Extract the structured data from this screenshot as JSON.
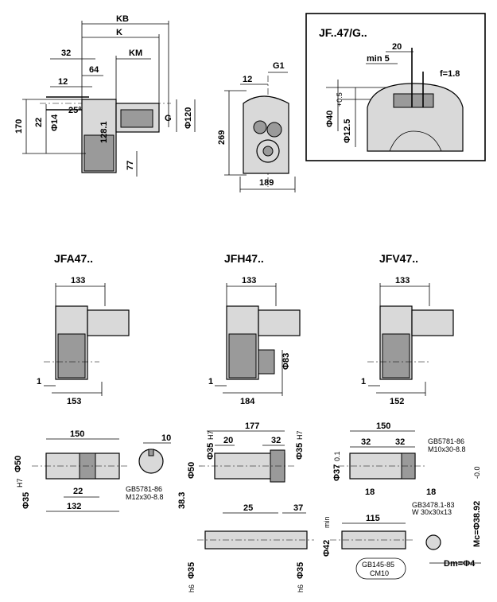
{
  "views": {
    "top_left": {
      "kb": "KB",
      "k": "K",
      "km": "KM",
      "d32": "32",
      "d64": "64",
      "d12": "12",
      "d170": "170",
      "d22": "22",
      "d14": "Φ14",
      "d25": "25°",
      "d128": "128.1",
      "d77": "77",
      "dg": "G",
      "d120": "Φ120"
    },
    "top_middle": {
      "g1": "G1",
      "d12": "12",
      "d269": "269",
      "d189": "189"
    },
    "inset": {
      "title": "JF..47/G..",
      "d20": "20",
      "min5": "min 5",
      "f18": "f=1.8",
      "d40": "Φ40",
      "d125": "Φ12.5",
      "d125_tol": "+0.5"
    }
  },
  "variants": [
    {
      "title": "JFA47..",
      "top": "133",
      "left": "1",
      "bottom": "153"
    },
    {
      "title": "JFH47..",
      "top": "133",
      "left": "1",
      "bottom": "184",
      "side": "Φ83"
    },
    {
      "title": "JFV47..",
      "top": "133",
      "left": "1",
      "bottom": "152"
    }
  ],
  "shafts": {
    "a": {
      "d150": "150",
      "d10": "10",
      "d50": "Φ50",
      "d35": "Φ35",
      "d35_tol": "H7",
      "d22": "22",
      "d132": "132",
      "d383": "38.3",
      "gb": "GB5781-86",
      "gb2": "M12x30-8.8"
    },
    "h": {
      "d177": "177",
      "d35a": "Φ35",
      "d35a_tol": "H7",
      "d20": "20",
      "d32": "32",
      "d35b": "Φ35",
      "d35b_tol": "H7",
      "d50": "Φ50",
      "d25": "25",
      "d37": "37",
      "d35c": "Φ35",
      "d35c_tol": "h6",
      "d35d": "Φ35",
      "d35d_tol": "h6"
    },
    "v": {
      "d150": "150",
      "d32a": "32",
      "d32b": "32",
      "d37": "Φ37",
      "d37_tol": "0.1",
      "d18a": "18",
      "d18b": "18",
      "gb": "GB5781-86",
      "gb2": "M10x30-8.8",
      "gb3": "GB3478.1-83",
      "gb4": "W 30x30x13",
      "d115": "115",
      "mc": "Mc=Φ38.92",
      "mc_tol": "-0.0",
      "d42": "Φ42",
      "d42_tol": "min",
      "gb5": "GB145-85",
      "gb6": "CM10",
      "dm": "Dm=Φ4"
    }
  }
}
